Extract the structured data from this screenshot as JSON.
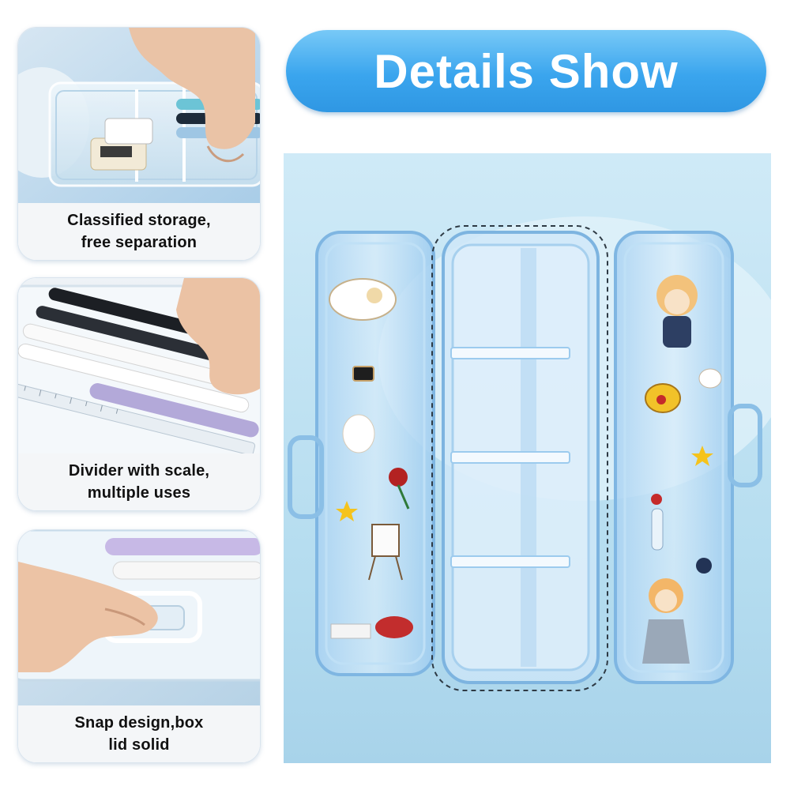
{
  "title": "Details Show",
  "features": [
    {
      "line1": "Classified storage,",
      "line2": "free separation",
      "image": "pencil-box-compartments-photo"
    },
    {
      "line1": "Divider with scale,",
      "line2": "multiple uses",
      "image": "pens-with-ruler-divider-photo"
    },
    {
      "line1": "Snap design,box",
      "line2": "lid solid",
      "image": "snap-latch-photo"
    }
  ],
  "main_image": "open-transparent-blue-pencil-box",
  "colors": {
    "title_pill": "#3aa5ee",
    "title_text": "#ffffff",
    "caption_bg": "#f4f6f8",
    "caption_text": "#111111",
    "box_blue": "#8ec6ee",
    "background_blue": "#bfe3f3"
  }
}
